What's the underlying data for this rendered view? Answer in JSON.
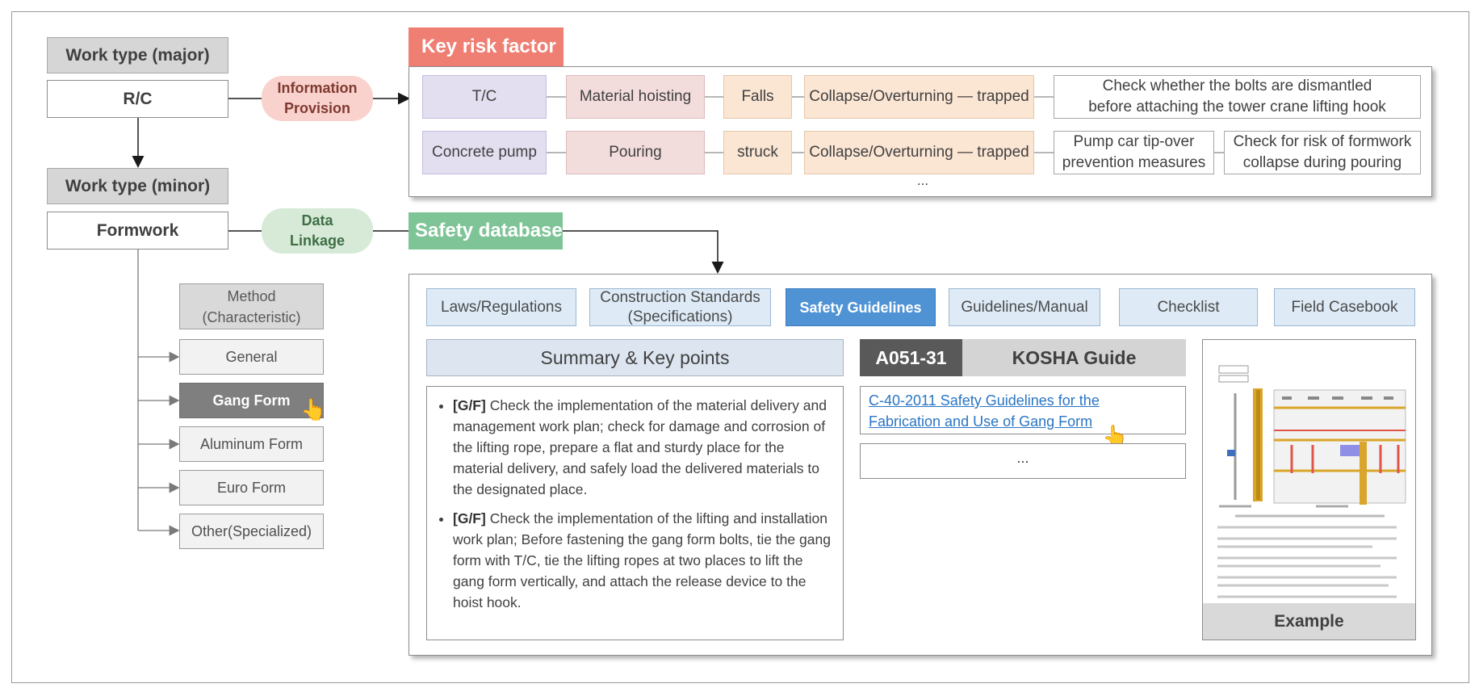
{
  "work_type": {
    "major_label": "Work type (major)",
    "major_value": "R/C",
    "minor_label": "Work type (minor)",
    "minor_value": "Formwork"
  },
  "method": {
    "header_line1": "Method",
    "header_line2": "(Characteristic)",
    "items": [
      "General",
      "Gang Form",
      "Aluminum Form",
      "Euro Form",
      "Other(Specialized)"
    ],
    "selected": "Gang Form"
  },
  "connectors": {
    "info_line1": "Information",
    "info_line2": "Provision",
    "data_line1": "Data",
    "data_line2": "Linkage"
  },
  "risk": {
    "title": "Key risk factor",
    "row1": {
      "equipment": "T/C",
      "task": "Material hoisting",
      "hazard": "Falls",
      "accident": "Collapse/Overturning — trapped",
      "check_line1": "Check whether  the bolts are dismantled",
      "check_line2": "before attaching the tower crane lifting hook"
    },
    "row2": {
      "equipment": "Concrete pump",
      "task": "Pouring",
      "hazard": "struck",
      "accident": "Collapse/Overturning — trapped",
      "check1_line1": "Pump car tip-over",
      "check1_line2": "prevention measures",
      "check2_line1": "Check for risk of formwork",
      "check2_line2": "collapse during pouring"
    },
    "more": "..."
  },
  "database": {
    "title": "Safety database",
    "tabs": [
      {
        "line1": "Laws/Regulations",
        "line2": ""
      },
      {
        "line1": "Construction Standards",
        "line2": "(Specifications)"
      },
      {
        "line1": "Safety Guidelines",
        "line2": ""
      },
      {
        "line1": "Guidelines/Manual",
        "line2": ""
      },
      {
        "line1": "Checklist",
        "line2": ""
      },
      {
        "line1": "Field Casebook",
        "line2": ""
      }
    ],
    "active_tab": "Safety Guidelines",
    "summary_title": "Summary  & Key points",
    "bullets": [
      {
        "tag": "[G/F]",
        "text": " Check the  implementation of the material delivery and management  work plan; check for damage and corrosion of the lifting rope, prepare a flat and sturdy place for the  material delivery, and safely load the delivered materials to the designated place."
      },
      {
        "tag": "[G/F]",
        "text": " Check the  implementation of the lifting and installation work plan; Before fastening the gang form bolts, tie the gang form with T/C, tie the lifting ropes at two places to lift the gang form vertically, and attach the release device to the hoist hook."
      }
    ],
    "kosha_code": "A051-31",
    "kosha_title": "KOSHA Guide",
    "kosha_link_line1": "C-40-2011  Safety Guidelines for the",
    "kosha_link_line2": "Fabrication and Use of Gang Form",
    "kosha_more": "...",
    "example_label": "Example"
  },
  "colors": {
    "risk_tag": "#ef7e73",
    "db_tag": "#7ec496",
    "active_tab": "#4f93d4",
    "selected_method": "#7f7f7f"
  },
  "icons": [
    "hand-pointer-icon",
    "document-thumbnail"
  ]
}
